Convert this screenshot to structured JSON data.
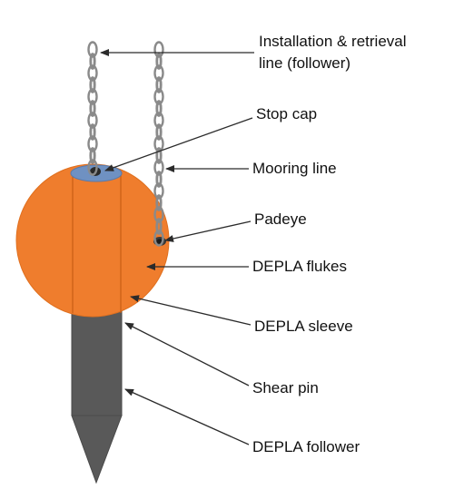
{
  "labels": {
    "installation_line_1": "Installation & retrieval",
    "installation_line_2": "line (follower)",
    "stop_cap": "Stop cap",
    "mooring_line": "Mooring line",
    "padeye": "Padeye",
    "flukes": "DEPLA flukes",
    "sleeve": "DEPLA sleeve",
    "shear_pin": "Shear pin",
    "follower": "DEPLA follower"
  },
  "colors": {
    "flukes": "#ef7d2d",
    "follower": "#595959",
    "chain": "#8a8a8a",
    "stop_cap": "#7aa7d6",
    "arrow": "#2b2b2b"
  }
}
